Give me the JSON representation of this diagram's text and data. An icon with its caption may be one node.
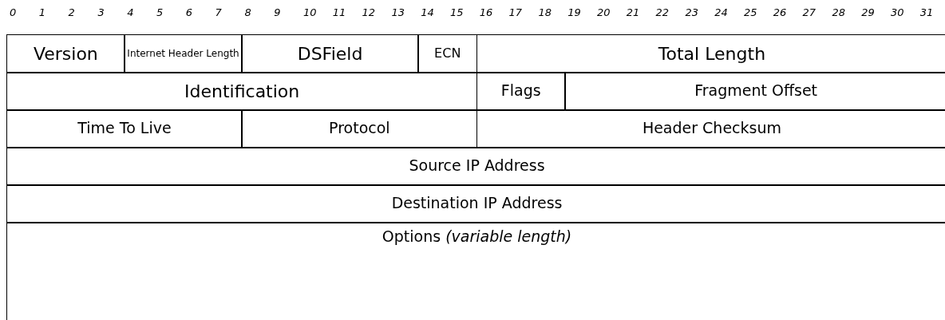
{
  "diagram": {
    "labels": [
      "0",
      "1",
      "2",
      "3",
      "4",
      "5",
      "6",
      "7",
      "8",
      "9",
      "10",
      "11",
      "12",
      "13",
      "14",
      "15",
      "16",
      "17",
      "18",
      "19",
      "20",
      "21",
      "22",
      "23",
      "24",
      "25",
      "26",
      "27",
      "28",
      "29",
      "30",
      "31",
      "Version",
      "Internet Header Length",
      "DSField",
      "ECN",
      "Total Length",
      "Identification",
      "Flags",
      "Fragment Offset",
      "Time To Live",
      "Protocol",
      "Header Checksum",
      "Source IP Address",
      "Destination IP Address",
      "Options *(variable length)*"
    ]
  }
}
